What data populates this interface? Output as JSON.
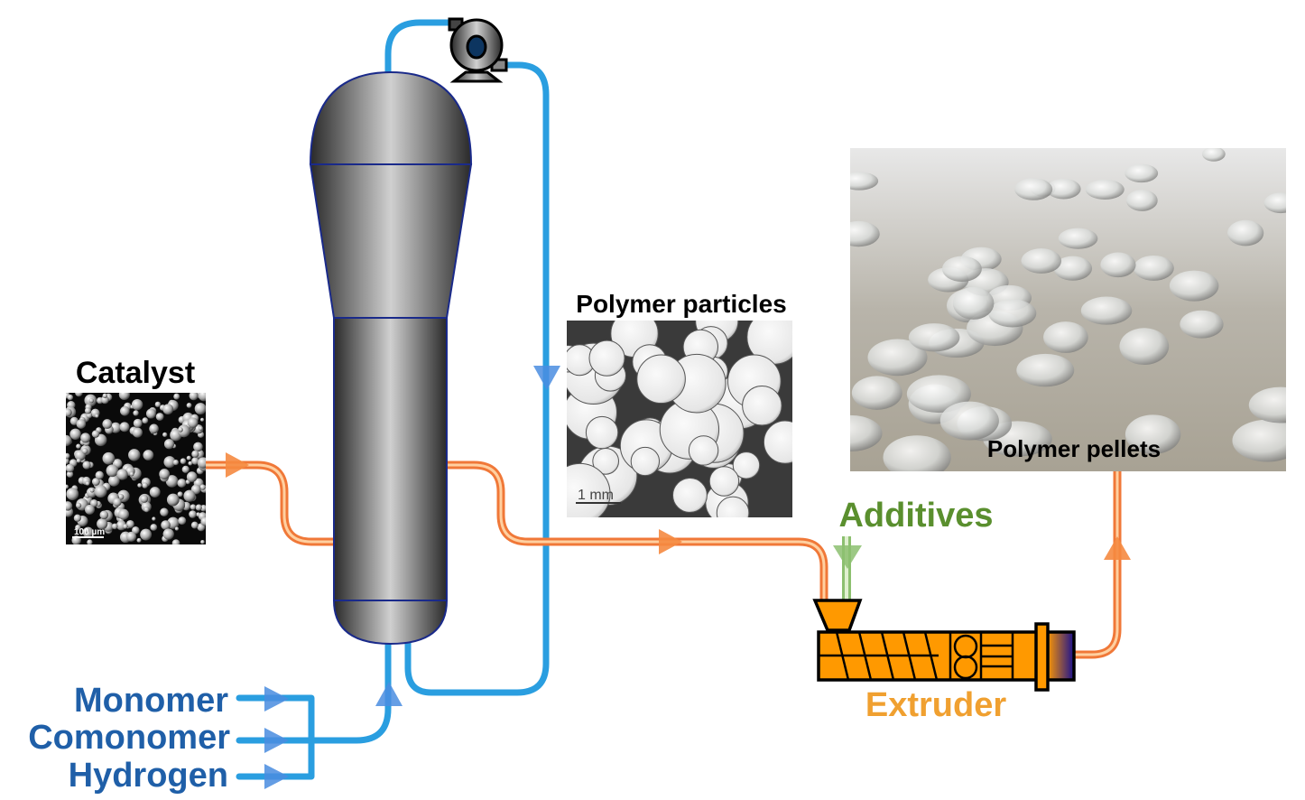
{
  "labels": {
    "catalyst": "Catalyst",
    "catalyst_scale": "100 µm",
    "polymer_particles": "Polymer particles",
    "particles_scale": "1 mm",
    "polymer_pellets": "Polymer pellets",
    "additives": "Additives",
    "extruder": "Extruder",
    "feeds": [
      "Monomer",
      "Comonomer",
      "Hydrogen"
    ]
  },
  "colors": {
    "feed_text": "#1f5fa8",
    "gas_pipe": "#2a9ee0",
    "polymer_pipe": "#f07838",
    "additives_text": "#5a8f2e",
    "additives_pipe": "#8cc070",
    "extruder_text": "#f0a030",
    "extruder_body": "#ff9900",
    "reactor_outline": "#1a2a8a"
  }
}
